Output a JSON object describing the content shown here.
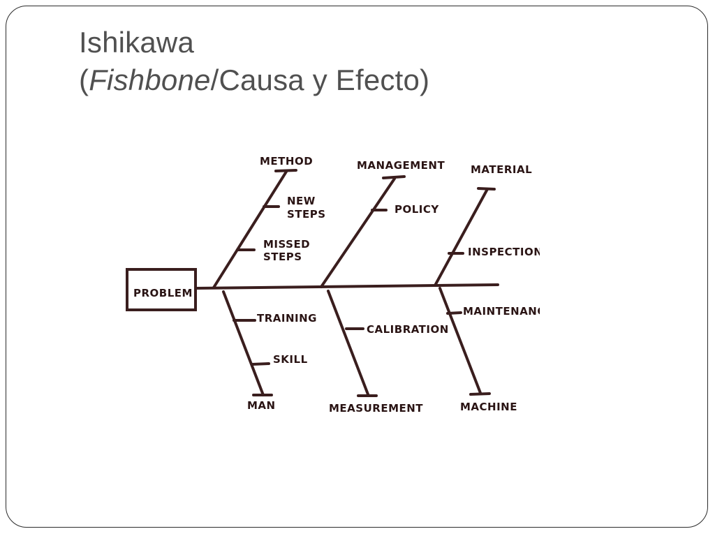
{
  "slide": {
    "title_line1": "Ishikawa",
    "title_paren_open": "(",
    "title_italic": "Fishbone",
    "title_rest": "/Causa y Efecto)"
  },
  "diagram": {
    "stroke_color": "#3a1e1e",
    "problem": "PROBLEM",
    "categories": {
      "method": "METHOD",
      "management": "MANAGEMENT",
      "material": "MATERIAL",
      "man": "MAN",
      "measurement": "MEASUREMENT",
      "machine": "MACHINE"
    },
    "causes": {
      "new_steps_1": "NEW",
      "new_steps_2": "STEPS",
      "missed_steps_1": "MISSED",
      "missed_steps_2": "STEPS",
      "policy": "POLICY",
      "inspection": "INSPECTION",
      "training": "TRAINING",
      "skill": "SKILL",
      "calibration": "CALIBRATION",
      "maintenance": "MAINTENANCE"
    }
  }
}
